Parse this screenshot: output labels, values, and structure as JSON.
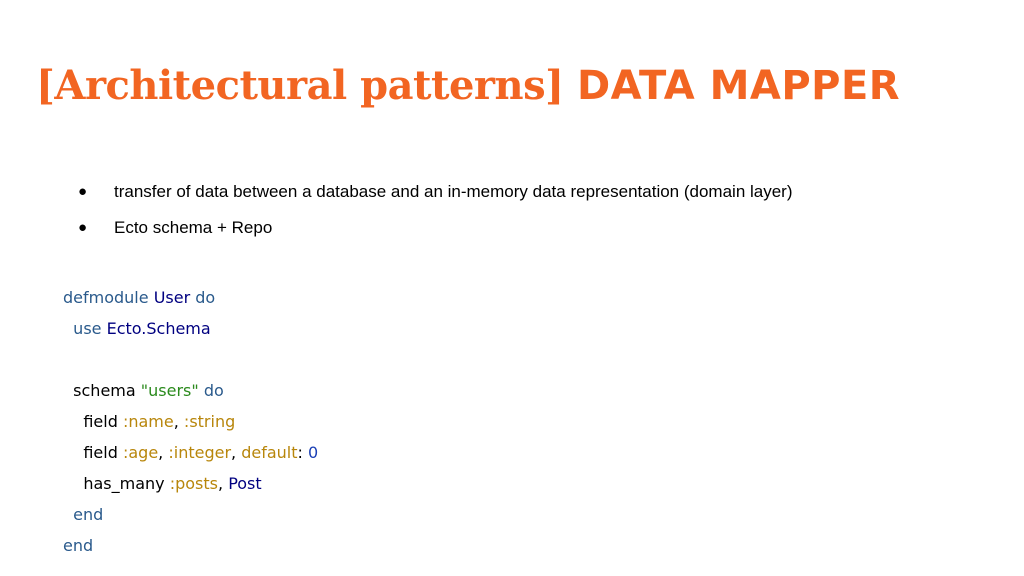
{
  "title": {
    "prefix": "[Architectural patterns]",
    "main": "DATA MAPPER"
  },
  "bullets": [
    {
      "dot": "●",
      "text": "transfer of data between a database and an in-memory data representation (domain layer)"
    },
    {
      "dot": "●",
      "text": "Ecto schema + Repo"
    }
  ],
  "code": {
    "l1": {
      "kw1": "defmodule",
      "mod": "User",
      "kw2": "do"
    },
    "l2": {
      "kw": "use",
      "mod": "Ecto.Schema"
    },
    "l4": {
      "plain": "schema",
      "str": "\"users\"",
      "kw": "do"
    },
    "l5": {
      "plain": "field",
      "atom1": ":name",
      "comma": ",",
      "atom2": ":string"
    },
    "l6": {
      "plain": "field",
      "atom1": ":age",
      "comma1": ",",
      "atom2": ":integer",
      "comma2": ",",
      "atom3": "default",
      "colon": ":",
      "num": "0"
    },
    "l7": {
      "plain": "has_many",
      "atom": ":posts",
      "comma": ",",
      "mod": "Post"
    },
    "l8": {
      "kw": "end"
    },
    "l9": {
      "kw": "end"
    }
  },
  "colors": {
    "title": "#f26522",
    "keyword": "#2a5a8c",
    "module": "#000080",
    "string": "#2b8a1d",
    "atom": "#b8860b",
    "number": "#1a3fb5"
  }
}
